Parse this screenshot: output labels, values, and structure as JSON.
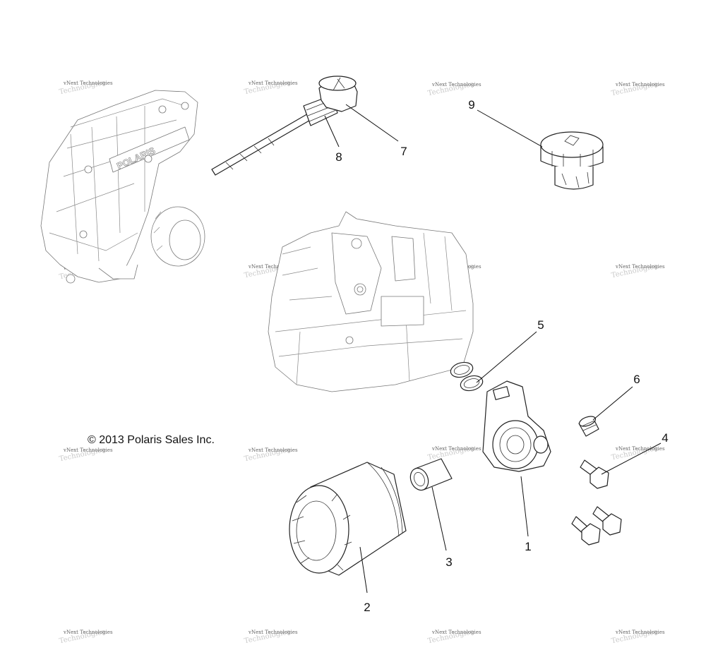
{
  "diagram": {
    "copyright": "© 2013 Polaris Sales Inc.",
    "logo_text": "POLARIS",
    "watermark_line1": "vNext Technologies",
    "watermark_line2": "Technologies",
    "callouts": [
      {
        "id": "1",
        "label": "1"
      },
      {
        "id": "2",
        "label": "2"
      },
      {
        "id": "3",
        "label": "3"
      },
      {
        "id": "4",
        "label": "4"
      },
      {
        "id": "5",
        "label": "5"
      },
      {
        "id": "6",
        "label": "6"
      },
      {
        "id": "7",
        "label": "7"
      },
      {
        "id": "8",
        "label": "8"
      },
      {
        "id": "9",
        "label": "9"
      }
    ]
  }
}
